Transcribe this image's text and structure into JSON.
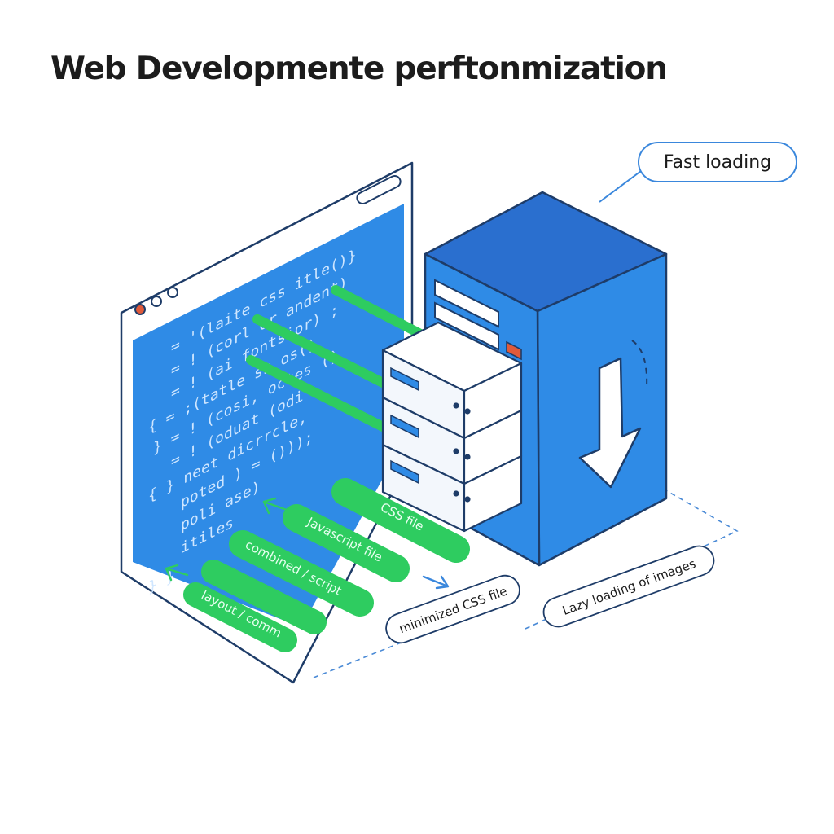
{
  "title": "Web Developmente perftonmization",
  "callout": {
    "label": "Fast loading"
  },
  "code_lines": [
    "= '(laite  css  itle()}",
    "= ! (corl  or  andent)",
    "= ! (ai  fontsior) ;",
    "{  = ;(tatle  ss  os()",
    "}  = ! (cosi,  octes ()",
    "=  ! (oduat  (odi",
    "{  } neet  dicrrcle,",
    "  poted  ) = ()));",
    "  poli  ase)",
    "  itiles",
    "}  }"
  ],
  "file_bars": [
    {
      "label": "CSS file"
    },
    {
      "label": "Javascript file"
    },
    {
      "label": "combined / script"
    },
    {
      "label": ""
    },
    {
      "label": "layout / comm"
    }
  ],
  "labels": {
    "minimized_css": "minimized CSS file",
    "lazy_loading": "Lazy loading of images"
  },
  "colors": {
    "primary_blue": "#2f8be6",
    "dark_blue": "#2a6fcf",
    "green": "#2ecc60",
    "outline": "#1e3c68",
    "accent_red": "#e05a3a",
    "title": "#1c1c1c"
  }
}
